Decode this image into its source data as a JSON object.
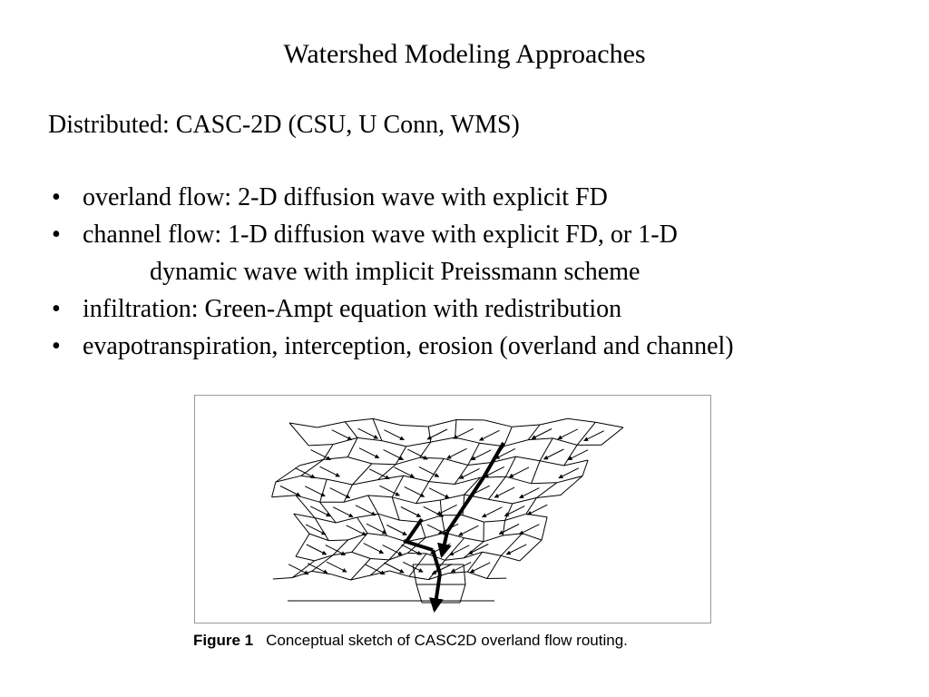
{
  "slide": {
    "title": "Watershed Modeling Approaches",
    "subtitle": "Distributed: CASC-2D (CSU, U Conn, WMS)",
    "bullet_symbol": "•",
    "bullets": [
      {
        "text": "overland flow: 2-D diffusion wave with explicit FD"
      },
      {
        "text": "channel flow: 1-D diffusion wave with explicit FD, or 1-D",
        "continuation": "dynamic wave with implicit Preissmann scheme"
      },
      {
        "text": "infiltration: Green-Ampt equation with redistribution"
      },
      {
        "text": "evapotranspiration, interception, erosion (overland and channel)"
      }
    ]
  },
  "figure": {
    "label": "Figure 1",
    "caption": "Conceptual sketch of CASC2D overland flow routing."
  }
}
